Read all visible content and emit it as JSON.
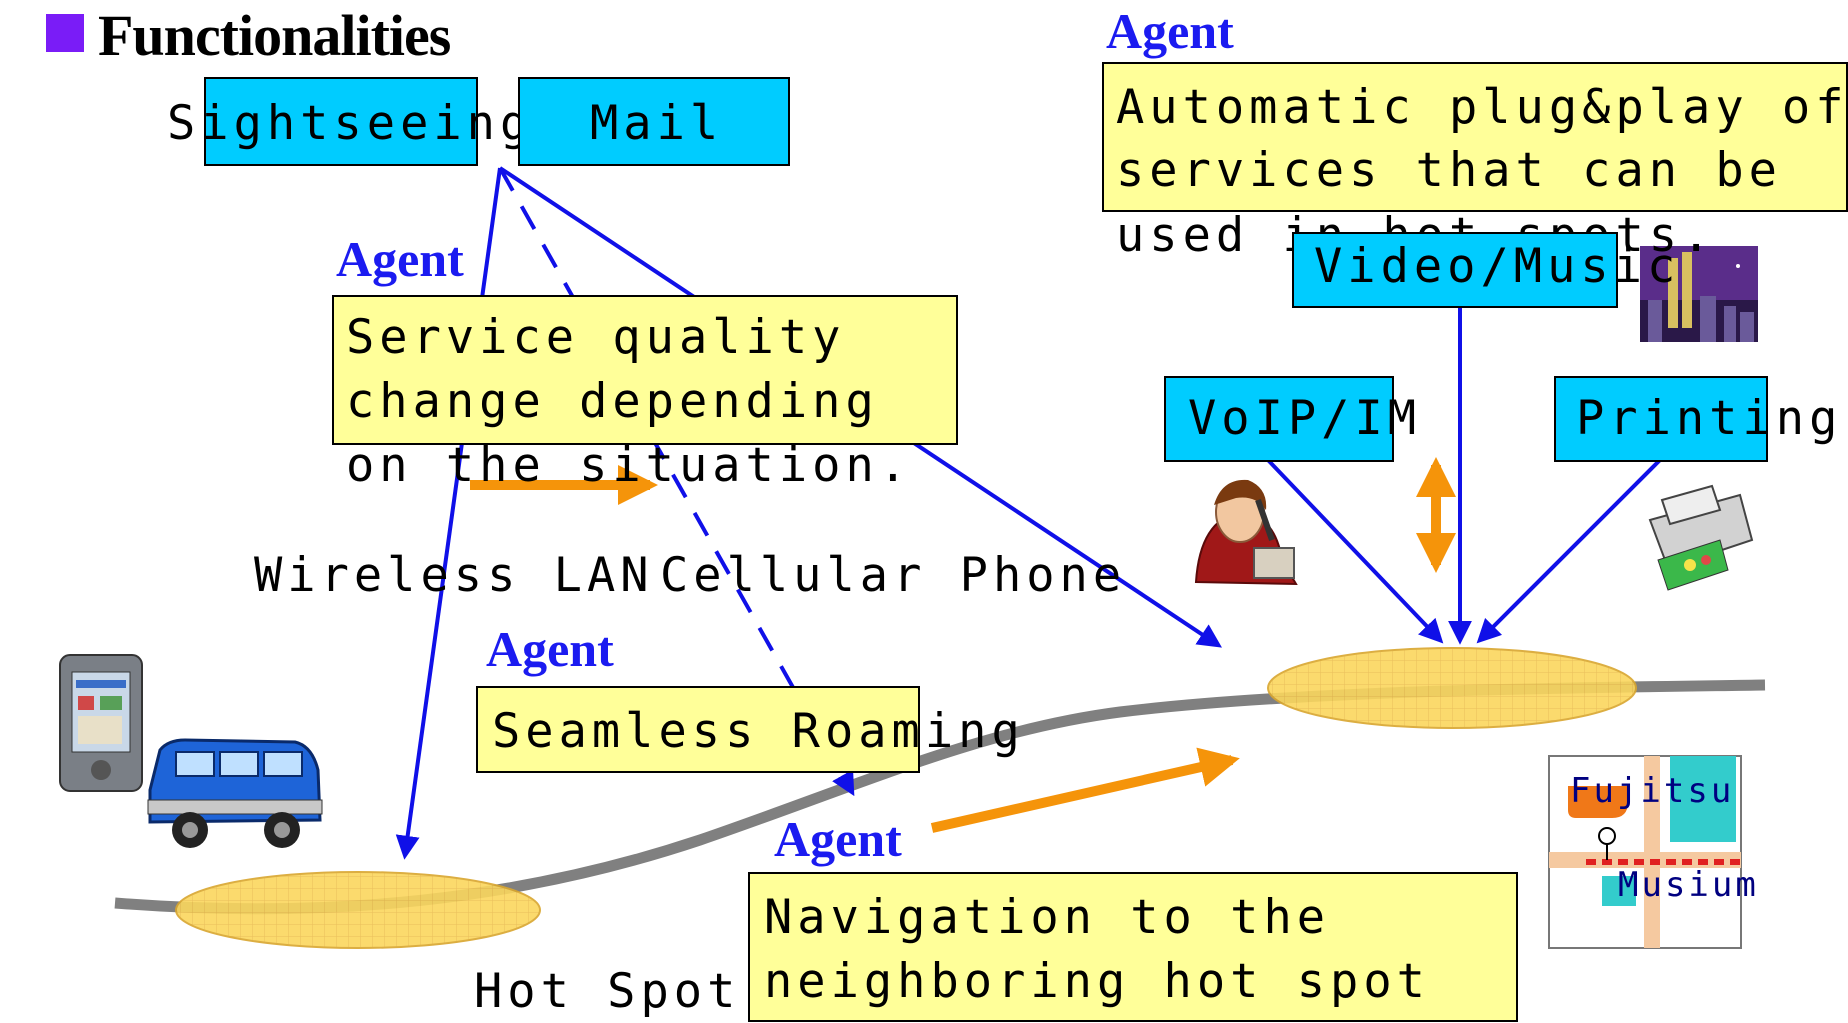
{
  "header": {
    "title": "Functionalities"
  },
  "labels": {
    "agent": "Agent",
    "sightseeing": "Sightseeing",
    "mail": "Mail",
    "video_music": "Video/Music",
    "voip_im": "VoIP/IM",
    "printing": "Printing",
    "wireless_lan": "Wireless LAN",
    "cellular_phone": "Cellular Phone",
    "hot_spot": "Hot Spot",
    "fujitsu": "Fujitsu",
    "musium": "Musium"
  },
  "notes": {
    "plug_play": [
      "Automatic plug&play of",
      "services that can be",
      "used in hot spots."
    ],
    "service_quality": [
      "Service quality",
      "change depending",
      "on the situation."
    ],
    "seamless_roaming": "Seamless Roaming",
    "navigation": [
      "Navigation to the",
      "neighboring hot spot"
    ]
  },
  "colors": {
    "agent_text": "#1b1bf0",
    "service_box": "#00ccff",
    "note_box": "#ffff99",
    "arrow_blue": "#1010e8",
    "arrow_orange": "#f5940a",
    "road": "#808080",
    "bullet": "#7a1cf7"
  }
}
